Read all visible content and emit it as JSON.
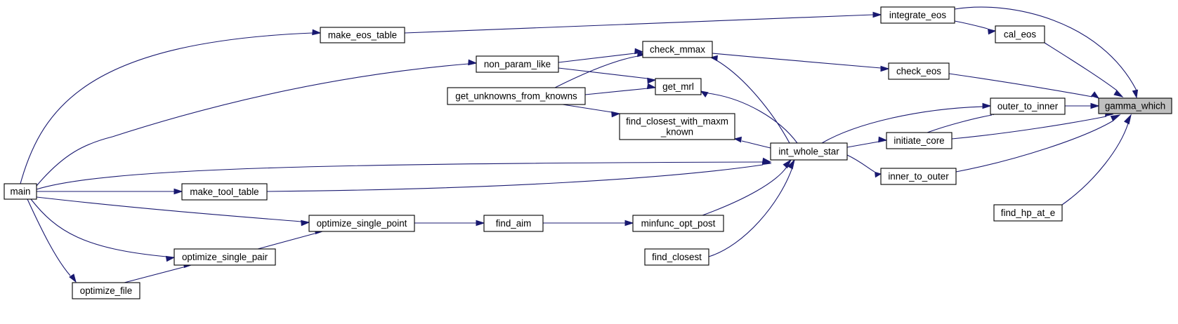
{
  "graph": {
    "nodes": [
      {
        "id": "gamma_which",
        "lines": [
          "gamma_which"
        ],
        "highlight": true
      },
      {
        "id": "integrate_eos",
        "lines": [
          "integrate_eos"
        ]
      },
      {
        "id": "cal_eos",
        "lines": [
          "cal_eos"
        ]
      },
      {
        "id": "check_eos",
        "lines": [
          "check_eos"
        ]
      },
      {
        "id": "outer_to_inner",
        "lines": [
          "outer_to_inner"
        ]
      },
      {
        "id": "initiate_core",
        "lines": [
          "initiate_core"
        ]
      },
      {
        "id": "inner_to_outer",
        "lines": [
          "inner_to_outer"
        ]
      },
      {
        "id": "find_hp_at_e",
        "lines": [
          "find_hp_at_e"
        ]
      },
      {
        "id": "make_eos_table",
        "lines": [
          "make_eos_table"
        ]
      },
      {
        "id": "check_mmax",
        "lines": [
          "check_mmax"
        ]
      },
      {
        "id": "non_param_like",
        "lines": [
          "non_param_like"
        ]
      },
      {
        "id": "get_mrl",
        "lines": [
          "get_mrl"
        ]
      },
      {
        "id": "get_unknowns_from_knowns",
        "lines": [
          "get_unknowns_from_knowns"
        ]
      },
      {
        "id": "find_closest_with_maxm_known",
        "lines": [
          "find_closest_with_maxm",
          "_known"
        ]
      },
      {
        "id": "int_whole_star",
        "lines": [
          "int_whole_star"
        ]
      },
      {
        "id": "main",
        "lines": [
          "main"
        ]
      },
      {
        "id": "make_tool_table",
        "lines": [
          "make_tool_table"
        ]
      },
      {
        "id": "optimize_single_point",
        "lines": [
          "optimize_single_point"
        ]
      },
      {
        "id": "find_aim",
        "lines": [
          "find_aim"
        ]
      },
      {
        "id": "minfunc_opt_post",
        "lines": [
          "minfunc_opt_post"
        ]
      },
      {
        "id": "optimize_single_pair",
        "lines": [
          "optimize_single_pair"
        ]
      },
      {
        "id": "find_closest",
        "lines": [
          "find_closest"
        ]
      },
      {
        "id": "optimize_file",
        "lines": [
          "optimize_file"
        ]
      }
    ],
    "edges": [
      {
        "from": "integrate_eos",
        "to": "gamma_which"
      },
      {
        "from": "cal_eos",
        "to": "gamma_which"
      },
      {
        "from": "check_eos",
        "to": "gamma_which"
      },
      {
        "from": "outer_to_inner",
        "to": "gamma_which"
      },
      {
        "from": "initiate_core",
        "to": "gamma_which"
      },
      {
        "from": "inner_to_outer",
        "to": "gamma_which"
      },
      {
        "from": "find_hp_at_e",
        "to": "gamma_which"
      },
      {
        "from": "integrate_eos",
        "to": "cal_eos"
      },
      {
        "from": "make_eos_table",
        "to": "integrate_eos"
      },
      {
        "from": "check_mmax",
        "to": "check_eos"
      },
      {
        "from": "int_whole_star",
        "to": "outer_to_inner"
      },
      {
        "from": "initiate_core",
        "to": "outer_to_inner"
      },
      {
        "from": "int_whole_star",
        "to": "initiate_core"
      },
      {
        "from": "int_whole_star",
        "to": "inner_to_outer"
      },
      {
        "from": "main",
        "to": "make_eos_table"
      },
      {
        "from": "non_param_like",
        "to": "check_mmax"
      },
      {
        "from": "get_unknowns_from_knowns",
        "to": "check_mmax"
      },
      {
        "from": "int_whole_star",
        "to": "check_mmax"
      },
      {
        "from": "main",
        "to": "non_param_like"
      },
      {
        "from": "non_param_like",
        "to": "get_mrl"
      },
      {
        "from": "get_unknowns_from_knowns",
        "to": "get_mrl"
      },
      {
        "from": "int_whole_star",
        "to": "get_mrl"
      },
      {
        "from": "get_unknowns_from_knowns",
        "to": "find_closest_with_maxm_known"
      },
      {
        "from": "int_whole_star",
        "to": "find_closest_with_maxm_known"
      },
      {
        "from": "main",
        "to": "int_whole_star"
      },
      {
        "from": "make_tool_table",
        "to": "int_whole_star"
      },
      {
        "from": "minfunc_opt_post",
        "to": "int_whole_star"
      },
      {
        "from": "find_closest",
        "to": "int_whole_star"
      },
      {
        "from": "main",
        "to": "make_tool_table"
      },
      {
        "from": "main",
        "to": "optimize_single_point"
      },
      {
        "from": "main",
        "to": "optimize_single_pair"
      },
      {
        "from": "main",
        "to": "optimize_file"
      },
      {
        "from": "optimize_single_point",
        "to": "find_aim"
      },
      {
        "from": "find_aim",
        "to": "minfunc_opt_post"
      },
      {
        "from": "optimize_single_pair",
        "to": "optimize_single_point"
      },
      {
        "from": "optimize_file",
        "to": "optimize_single_pair"
      }
    ]
  }
}
